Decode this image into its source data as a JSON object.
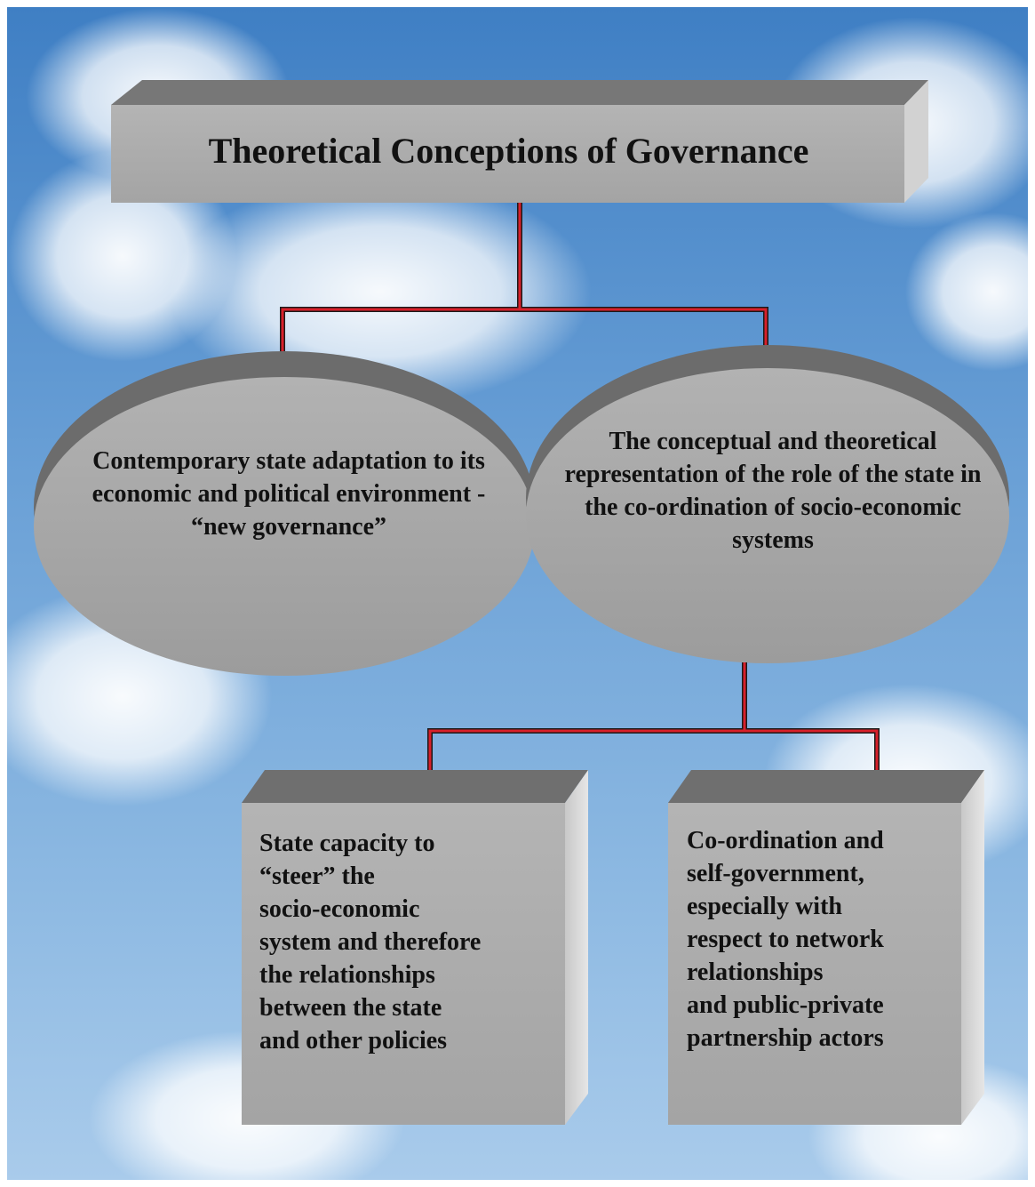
{
  "diagram": {
    "title": "Theoretical Conceptions of Governance",
    "nodes": {
      "left_oval": "Contemporary state adaptation to its economic and political environment - “new governance”",
      "right_oval": "The conceptual and theoretical representation of the role of the state in the co-ordination of socio-economic systems",
      "box_left": "State capacity to\n“steer” the\nsocio-economic\nsystem and therefore\nthe relationships\nbetween the state\nand other policies",
      "box_right": "Co-ordination and\nself-government,\nespecially with\nrespect to network\nrelationships\nand public-private\npartnership actors"
    },
    "colors": {
      "connector": "#d8202a",
      "shape_face": "#aaaaaa",
      "shape_top": "#7a7a7a",
      "shape_side": "#d4d4d4",
      "text": "#111111"
    }
  }
}
